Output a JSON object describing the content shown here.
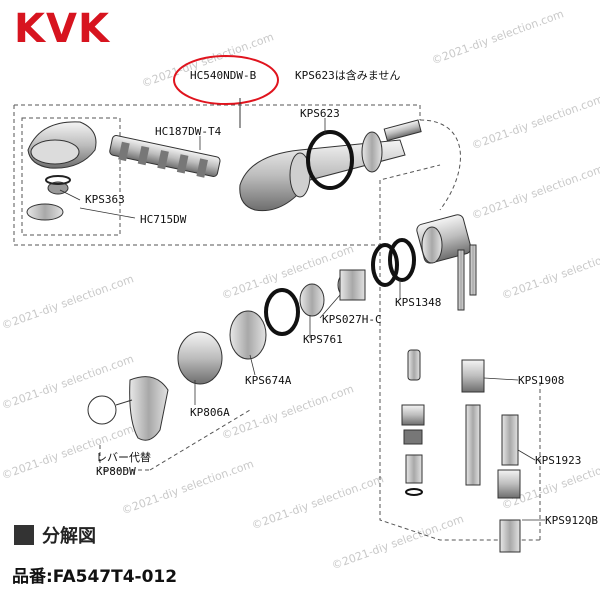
{
  "brand": "KVK",
  "watermark": "©2021-diy selection.com",
  "parts": {
    "hc540ndw_b": "HC540NDW-B",
    "kps623_note": "KPS623は含みません",
    "hc187dw_t4": "HC187DW-T4",
    "kps623": "KPS623",
    "kps363": "KPS363",
    "hc715dw": "HC715DW",
    "kps1348": "KPS1348",
    "kps027h_c": "KPS027H-C",
    "kps761": "KPS761",
    "kps674a": "KPS674A",
    "kp806a": "KP806A",
    "lever_note": "レバー代替",
    "kp80dw": "KP80DW",
    "kps1908": "KPS1908",
    "kps1923": "KPS1923",
    "kps912qb": "KPS912QB"
  },
  "section_title": "分解図",
  "part_number": "品番:FA547T4-012",
  "colors": {
    "brand": "#d7141f",
    "highlight_circle": "#e0141e"
  }
}
